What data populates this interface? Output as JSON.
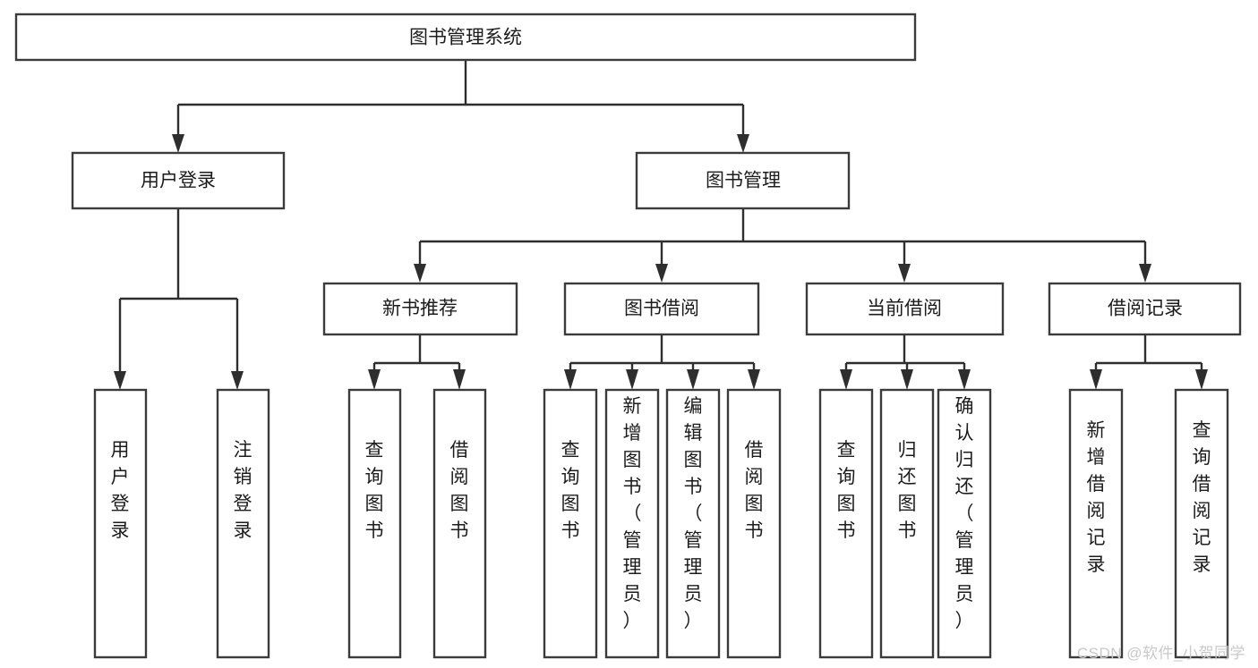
{
  "diagram": {
    "title": "图书管理系统",
    "type": "hierarchy-tree",
    "watermark": "CSDN @软件_小贺同学",
    "colors": {
      "box_stroke": "#3b3b3b",
      "box_fill": "#ffffff",
      "connector": "#2e2e2e",
      "text": "#1c1c1c",
      "watermark": "#c9c9c9",
      "background": "#ffffff"
    },
    "nodes": {
      "root": {
        "label": "图书管理系统"
      },
      "level2": [
        {
          "id": "user-login",
          "label": "用户登录"
        },
        {
          "id": "book-management",
          "label": "图书管理"
        }
      ],
      "level3": [
        {
          "id": "new-book-recommend",
          "label": "新书推荐",
          "parent": "book-management"
        },
        {
          "id": "book-borrow",
          "label": "图书借阅",
          "parent": "book-management"
        },
        {
          "id": "current-borrow",
          "label": "当前借阅",
          "parent": "book-management"
        },
        {
          "id": "borrow-record",
          "label": "借阅记录",
          "parent": "book-management"
        }
      ],
      "leaves": {
        "user-login": [
          {
            "id": "leaf-user-login",
            "label": "用户登录"
          },
          {
            "id": "leaf-logout",
            "label": "注销登录"
          }
        ],
        "new-book-recommend": [
          {
            "id": "leaf-query-book-1",
            "label": "查询图书"
          },
          {
            "id": "leaf-borrow-book-1",
            "label": "借阅图书"
          }
        ],
        "book-borrow": [
          {
            "id": "leaf-query-book-2",
            "label": "查询图书"
          },
          {
            "id": "leaf-add-book",
            "label": "新增图书（管理员）"
          },
          {
            "id": "leaf-edit-book",
            "label": "编辑图书（管理员）"
          },
          {
            "id": "leaf-borrow-book-2",
            "label": "借阅图书"
          }
        ],
        "current-borrow": [
          {
            "id": "leaf-query-book-3",
            "label": "查询图书"
          },
          {
            "id": "leaf-return-book",
            "label": "归还图书"
          },
          {
            "id": "leaf-confirm-return",
            "label": "确认归还（管理员）"
          }
        ],
        "borrow-record": [
          {
            "id": "leaf-add-record",
            "label": "新增借阅记录"
          },
          {
            "id": "leaf-query-record",
            "label": "查询借阅记录"
          }
        ]
      }
    }
  }
}
